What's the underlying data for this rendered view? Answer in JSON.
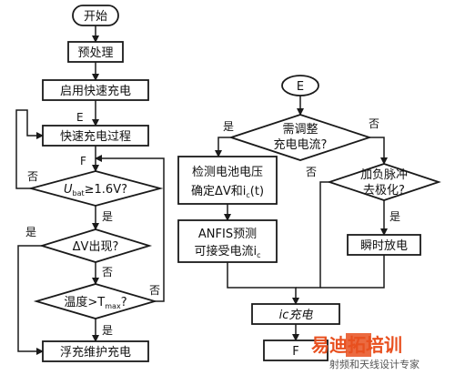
{
  "flowchart": {
    "start": "开始",
    "preprocess": "预处理",
    "enable_fast_charge": "启用快速充电",
    "fast_charge_process": "快速充电过程",
    "connector_E": "E",
    "connector_F": "F",
    "cond_voltage_main": "U",
    "cond_voltage_sub": "bat",
    "cond_voltage_rest": "≥1.6V?",
    "cond_delta_v": "ΔV出现?",
    "cond_temp_pre": "温度>T",
    "cond_temp_sub": "max",
    "cond_temp_post": "?",
    "float_charge": "浮充维护充电",
    "need_adjust_line1": "需调整",
    "need_adjust_line2": "充电电流?",
    "detect_line1": "检测电池电压",
    "detect_line2_pre": "确定ΔV和i",
    "detect_line2_sub": "c",
    "detect_line2_post": "(t)",
    "anfis_line1": "ANFIS预测",
    "anfis_line2_pre": "可接受电流i",
    "anfis_line2_sub": "c",
    "neg_pulse_line1": "加负脉冲",
    "neg_pulse_line2": "去极化?",
    "instant_discharge": "瞬时放电",
    "ic_charge": "ic充电",
    "yes": "是",
    "no": "否"
  },
  "watermark": {
    "main": "易迪拓培训",
    "sub": "射频和天线设计专家"
  }
}
